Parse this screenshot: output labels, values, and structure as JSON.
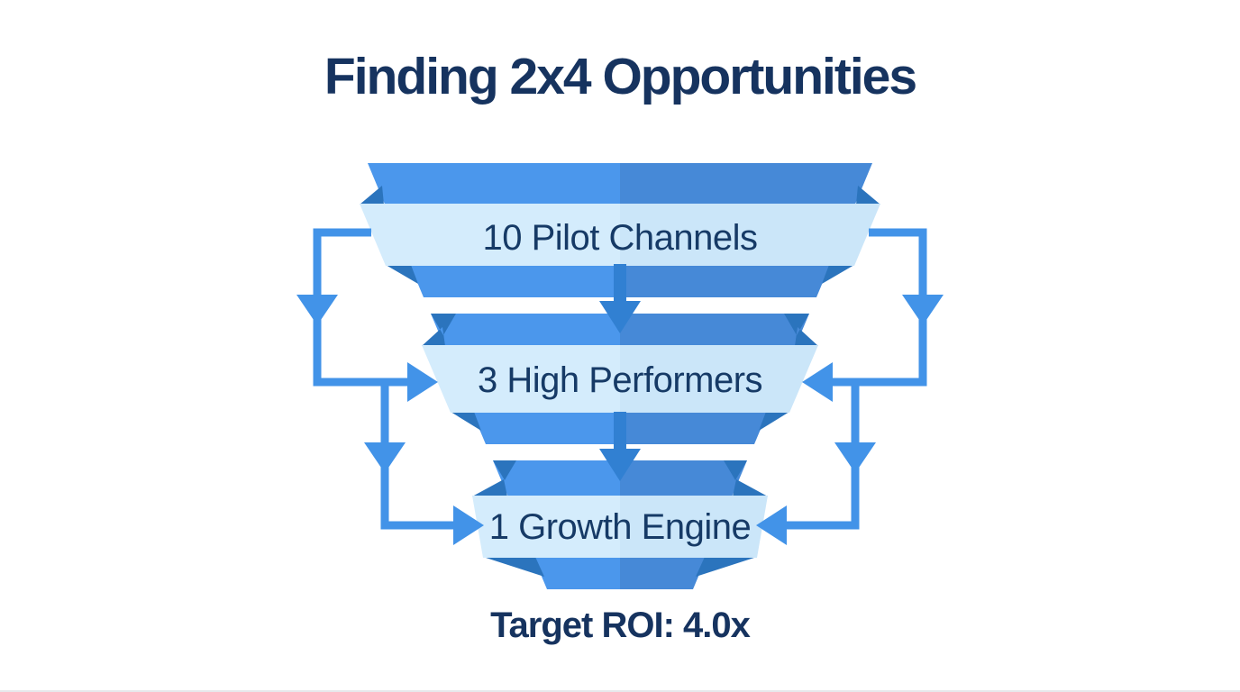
{
  "title": "Finding 2x4 Opportunities",
  "funnel": {
    "stages": [
      {
        "label": "10 Pilot Channels",
        "count": 10
      },
      {
        "label": "3 High Performers",
        "count": 3
      },
      {
        "label": "1 Growth Engine",
        "count": 1
      }
    ]
  },
  "footer": {
    "target_roi_label": "Target ROI: 4.0x"
  },
  "icons": {
    "center_flow": "arrow-down-icon",
    "side_loops": "loop-arrow-icon"
  },
  "colors": {
    "funnel_left": "#4b97ec",
    "funnel_right": "#4689d7",
    "ribbon_left": "#d4ecfc",
    "ribbon_right": "#cbe6f9",
    "fold": "#2b74bd",
    "connector": "#4293e8",
    "center_arrow": "#3180d2",
    "title_text": "#16335f",
    "label_text": "#163a66",
    "background": "#ffffff"
  }
}
